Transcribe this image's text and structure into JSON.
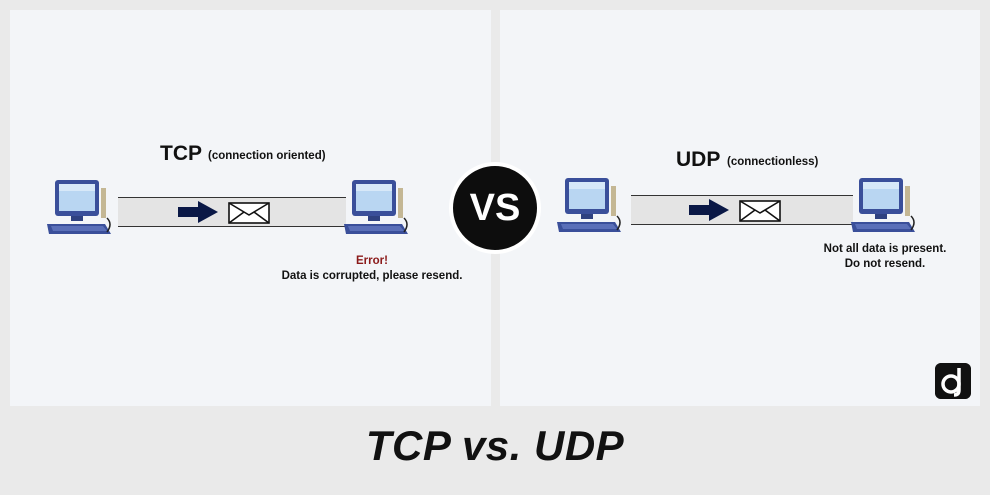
{
  "tcp": {
    "title": "TCP",
    "subtitle": "(connection oriented)",
    "error_label": "Error!",
    "message": "Data is corrupted, please resend."
  },
  "udp": {
    "title": "UDP",
    "subtitle": "(connectionless)",
    "message_line1": "Not all data is present.",
    "message_line2": "Do not resend."
  },
  "vs_label": "VS",
  "caption": "TCP vs. UDP",
  "colors": {
    "monitor_blue": "#3a4f9a",
    "screen_blue": "#b9d6f2",
    "arrow_navy": "#0a1846",
    "error_red": "#8b1a1a",
    "panel_bg": "#f3f5f8",
    "page_bg": "#eaeaea"
  },
  "icons": [
    "computer-icon",
    "arrow-icon",
    "envelope-icon",
    "logo-icon"
  ]
}
